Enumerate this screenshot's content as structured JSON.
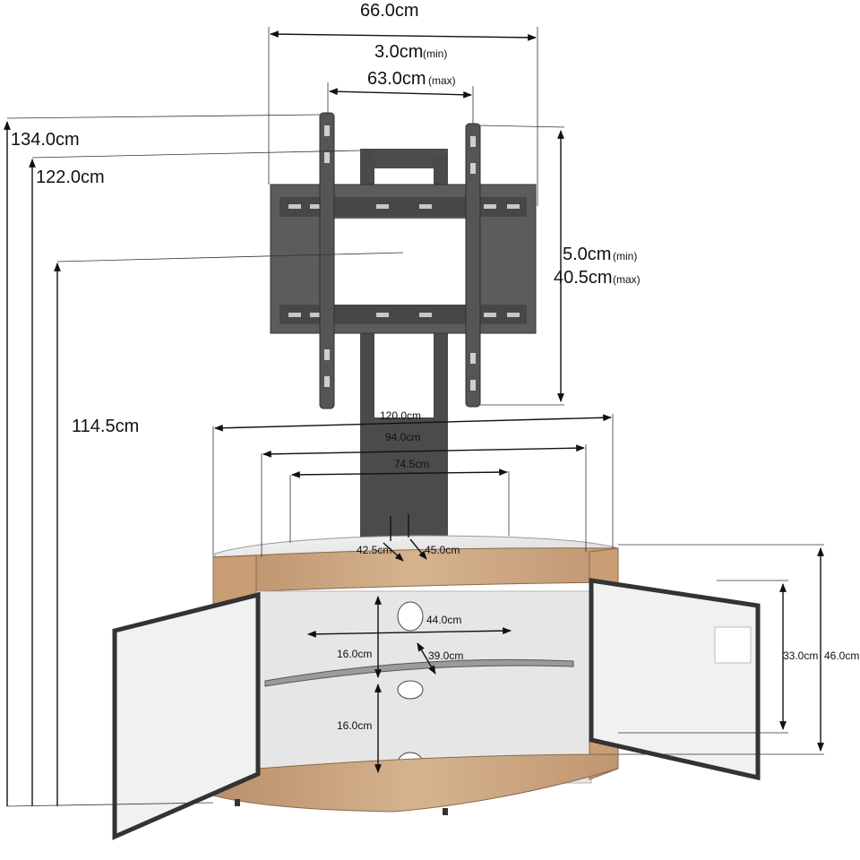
{
  "dimensions": {
    "overall_width": "66.0cm",
    "bracket_width_min": "3.0cm",
    "bracket_width_min_note": "(min)",
    "bracket_width_max": "63.0cm",
    "bracket_width_max_note": "(max)",
    "height_top": "134.0cm",
    "height_frame": "122.0cm",
    "height_center": "114.5cm",
    "bracket_height_min": "5.0cm",
    "bracket_height_min_note": "(min)",
    "bracket_height_max": "40.5cm",
    "bracket_height_max_note": "(max)",
    "cabinet_width": "120.0cm",
    "cabinet_inner_width": "94.0cm",
    "cabinet_back_width": "74.5cm",
    "depth_left": "42.5cm",
    "depth_right": "45.0cm",
    "shelf_width": "44.0cm",
    "shelf_depth": "39.0cm",
    "shelf_gap_upper": "16.0cm",
    "shelf_gap_lower": "16.0cm",
    "door_height": "33.0cm",
    "cabinet_height": "46.0cm"
  },
  "colors": {
    "metal": "#5a5a5a",
    "metal_dark": "#3a3a3a",
    "wood": "#c8a27c",
    "wood_light": "#d9bd9b",
    "glass": "#ececec",
    "glass_dark": "#bdbdbd"
  }
}
